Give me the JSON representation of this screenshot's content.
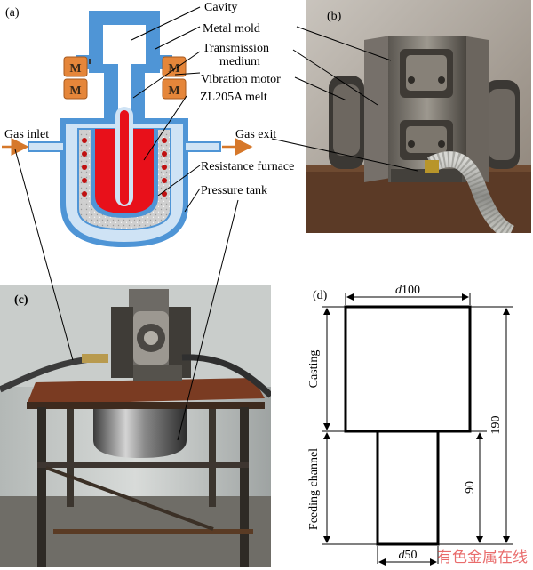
{
  "figure": {
    "panels": {
      "a": "(a)",
      "b": "(b)",
      "c": "(c)",
      "d": "(d)"
    },
    "schematic_labels": {
      "cavity": "Cavity",
      "metal_mold": "Metal mold",
      "transmission_medium_line1": "Transmission",
      "transmission_medium_line2": "medium",
      "vibration_motor": "Vibration motor",
      "melt": "ZL205A melt",
      "resistance_furnace": "Resistance furnace",
      "pressure_tank": "Pressure tank",
      "gas_inlet": "Gas inlet",
      "gas_exit": "Gas exit",
      "motor_letter": "M"
    },
    "drawing": {
      "d_top": "d100",
      "d_top_letter": "d",
      "d_top_value": "100",
      "d_bottom_letter": "d",
      "d_bottom_value": "50",
      "height_total": "190",
      "height_channel": "90",
      "casting_label": "Casting",
      "feeding_label": "Feeding channel"
    },
    "watermark": "有色金属在线"
  },
  "colors": {
    "mold_blue": "#4f95d6",
    "light_blue": "#cfe3f5",
    "melt_red": "#e8101a",
    "motor_orange": "#e5863a",
    "furnace_gray": "#c7c7c7",
    "arrow_orange": "#d6782a",
    "watermark_red": "#e23b3b"
  }
}
